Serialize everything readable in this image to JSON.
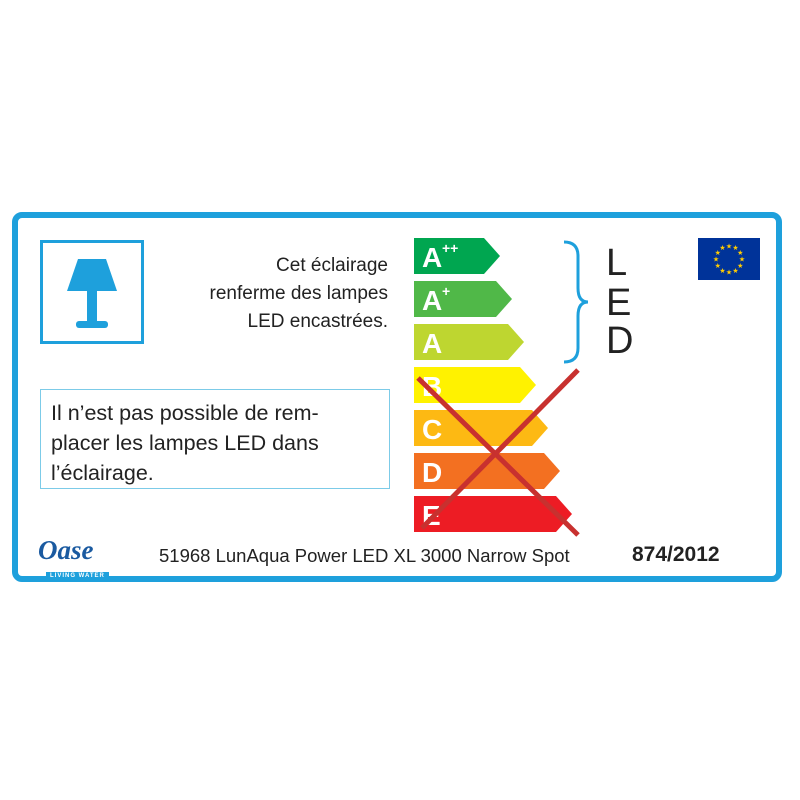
{
  "intro_lines": [
    "Cet éclairage",
    "renferme des lampes",
    "LED encastrées."
  ],
  "note_lines": [
    "Il n’est pas possible de rem-",
    "placer les lampes LED dans",
    "l’éclairage."
  ],
  "energy_classes": [
    {
      "letter": "A",
      "sup": "++",
      "color": "#00a650"
    },
    {
      "letter": "A",
      "sup": "+",
      "color": "#50b848"
    },
    {
      "letter": "A",
      "sup": "",
      "color": "#bed630"
    },
    {
      "letter": "B",
      "sup": "",
      "color": "#fff200"
    },
    {
      "letter": "C",
      "sup": "",
      "color": "#fdb913"
    },
    {
      "letter": "D",
      "sup": "",
      "color": "#f37021"
    },
    {
      "letter": "E",
      "sup": "",
      "color": "#ed1c24"
    }
  ],
  "led_letters": [
    "L",
    "E",
    "D"
  ],
  "brand": {
    "name": "Oase",
    "tagline": "LIVING WATER"
  },
  "product": "51968 LunAqua Power LED XL 3000 Narrow Spot",
  "regulation": "874/2012",
  "colors": {
    "accent": "#1ea0dc",
    "cross": "#c8312f",
    "eu_blue": "#003399",
    "eu_star": "#ffcc00"
  },
  "icons": {
    "lamp": "table-lamp-icon",
    "eu": "eu-flag-icon"
  }
}
